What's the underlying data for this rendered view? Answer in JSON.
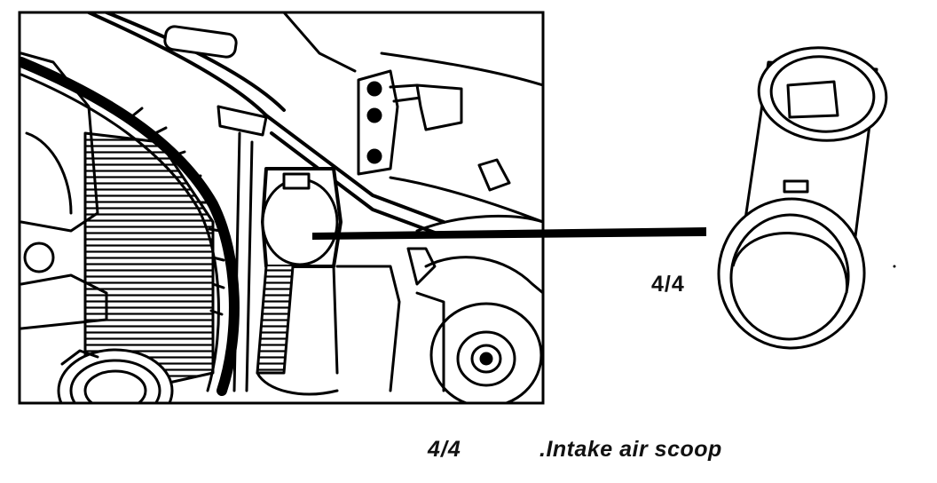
{
  "callout": {
    "label": "4/4"
  },
  "caption": {
    "number": "4/4",
    "text": ".Intake air scoop"
  }
}
